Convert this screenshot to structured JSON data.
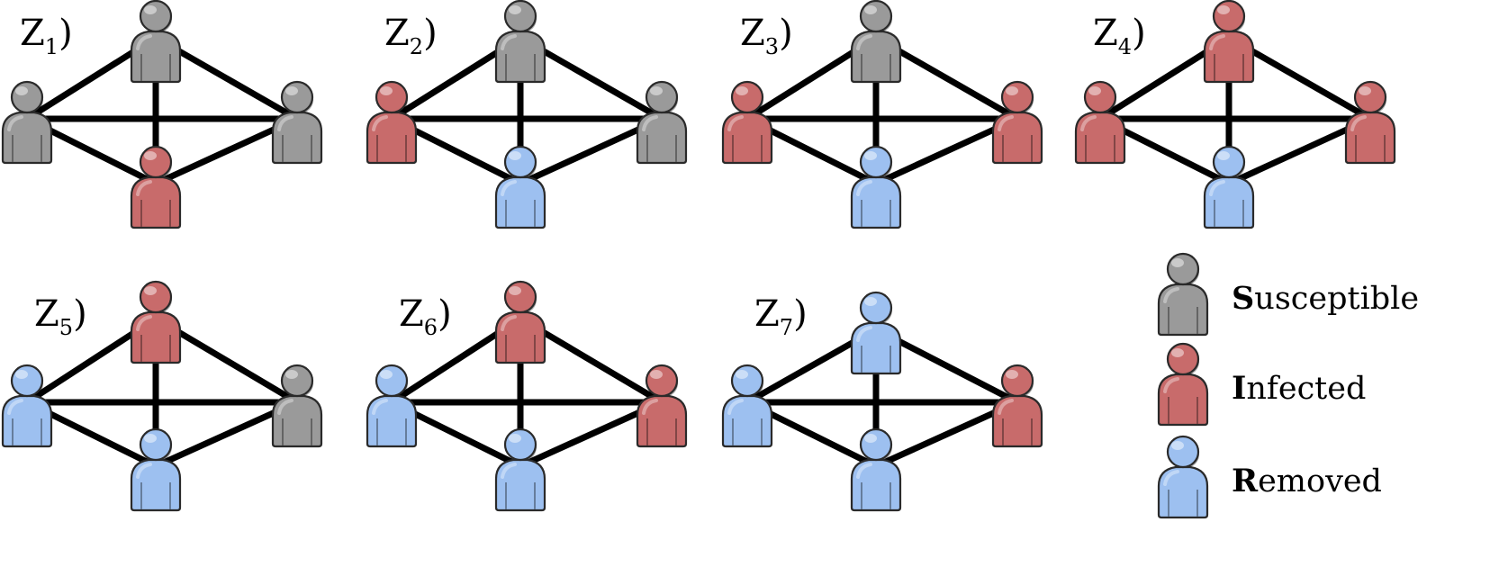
{
  "colors": {
    "S": "#9a9a9a",
    "I": "#c86b6b",
    "R": "#9dc0f0",
    "edge": "#000000"
  },
  "panels": [
    {
      "label": "Z",
      "index": "1",
      "suffix": ")",
      "nodes": {
        "top": "S",
        "left": "S",
        "right": "S",
        "bottom": "I"
      }
    },
    {
      "label": "Z",
      "index": "2",
      "suffix": ")",
      "nodes": {
        "top": "S",
        "left": "I",
        "right": "S",
        "bottom": "R"
      }
    },
    {
      "label": "Z",
      "index": "3",
      "suffix": ")",
      "nodes": {
        "top": "S",
        "left": "I",
        "right": "I",
        "bottom": "R"
      }
    },
    {
      "label": "Z",
      "index": "4",
      "suffix": ")",
      "nodes": {
        "top": "I",
        "left": "I",
        "right": "I",
        "bottom": "R"
      }
    },
    {
      "label": "Z",
      "index": "5",
      "suffix": ")",
      "nodes": {
        "top": "I",
        "left": "R",
        "right": "S",
        "bottom": "R"
      }
    },
    {
      "label": "Z",
      "index": "6",
      "suffix": ")",
      "nodes": {
        "top": "I",
        "left": "R",
        "right": "I",
        "bottom": "R"
      }
    },
    {
      "label": "Z",
      "index": "7",
      "suffix": ")",
      "nodes": {
        "top": "R",
        "left": "R",
        "right": "I",
        "bottom": "R"
      }
    }
  ],
  "legend": [
    {
      "state": "S",
      "initial": "S",
      "rest": "usceptible"
    },
    {
      "state": "I",
      "initial": "I",
      "rest": "nfected"
    },
    {
      "state": "R",
      "initial": "R",
      "rest": "emoved"
    }
  ]
}
